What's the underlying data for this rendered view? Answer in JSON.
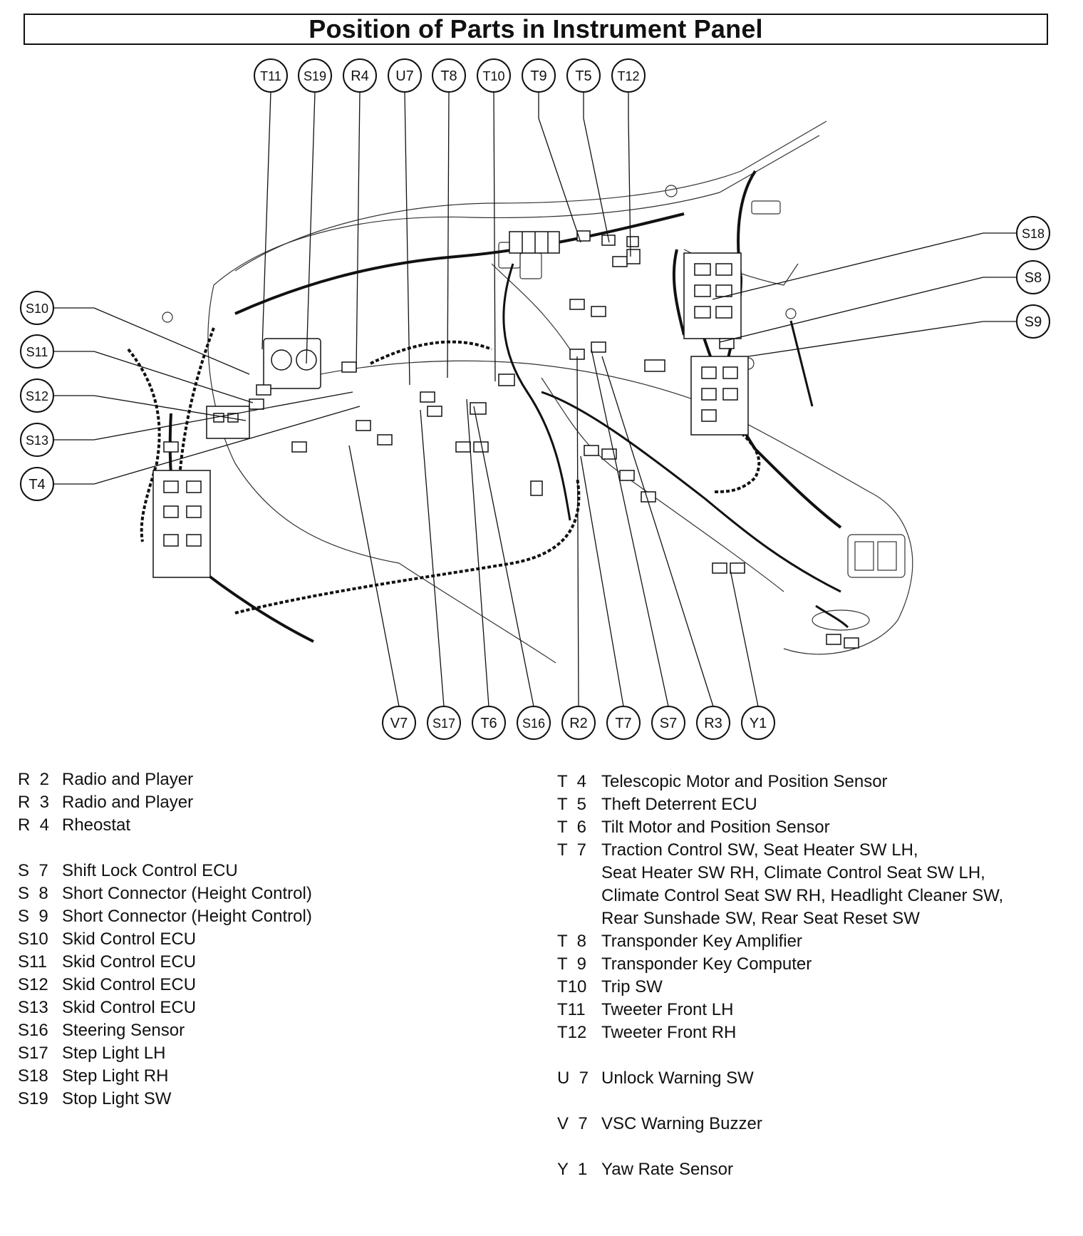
{
  "title": "Position of Parts in Instrument Panel",
  "callouts_top": [
    "T11",
    "S19",
    "R4",
    "U7",
    "T8",
    "T10",
    "T9",
    "T5",
    "T12"
  ],
  "callouts_left": [
    "S10",
    "S11",
    "S12",
    "S13",
    "T4"
  ],
  "callouts_right": [
    "S18",
    "S8",
    "S9"
  ],
  "callouts_bottom": [
    "V7",
    "S17",
    "T6",
    "S16",
    "R2",
    "T7",
    "S7",
    "R3",
    "Y1"
  ],
  "legend_left": [
    {
      "code": "R  2",
      "name": "Radio and Player"
    },
    {
      "code": "R  3",
      "name": "Radio and Player"
    },
    {
      "code": "R  4",
      "name": "Rheostat"
    },
    {
      "gap": true
    },
    {
      "code": "S  7",
      "name": "Shift Lock Control ECU"
    },
    {
      "code": "S  8",
      "name": "Short Connector (Height Control)"
    },
    {
      "code": "S  9",
      "name": "Short Connector (Height Control)"
    },
    {
      "code": "S10",
      "name": "Skid Control ECU"
    },
    {
      "code": "S11",
      "name": "Skid Control ECU"
    },
    {
      "code": "S12",
      "name": "Skid Control ECU"
    },
    {
      "code": "S13",
      "name": "Skid Control ECU"
    },
    {
      "code": "S16",
      "name": "Steering Sensor"
    },
    {
      "code": "S17",
      "name": "Step Light LH"
    },
    {
      "code": "S18",
      "name": "Step Light RH"
    },
    {
      "code": "S19",
      "name": "Stop Light SW"
    }
  ],
  "legend_right": [
    {
      "code": "T  4",
      "name": "Telescopic Motor and Position Sensor"
    },
    {
      "code": "T  5",
      "name": "Theft Deterrent ECU"
    },
    {
      "code": "T  6",
      "name": "Tilt Motor and Position Sensor"
    },
    {
      "code": "T  7",
      "name": "Traction Control SW, Seat Heater SW LH,"
    },
    {
      "cont": "Seat Heater SW RH, Climate Control Seat SW LH,"
    },
    {
      "cont": "Climate Control Seat SW RH, Headlight Cleaner SW,"
    },
    {
      "cont": "Rear Sunshade SW, Rear Seat Reset SW"
    },
    {
      "code": "T  8",
      "name": "Transponder Key Amplifier"
    },
    {
      "code": "T  9",
      "name": "Transponder Key Computer"
    },
    {
      "code": "T10",
      "name": "Trip SW"
    },
    {
      "code": "T11",
      "name": "Tweeter Front LH"
    },
    {
      "code": "T12",
      "name": "Tweeter Front RH"
    },
    {
      "gap": true
    },
    {
      "code": "U  7",
      "name": "Unlock Warning SW"
    },
    {
      "gap": true
    },
    {
      "code": "V  7",
      "name": "VSC Warning Buzzer"
    },
    {
      "gap": true
    },
    {
      "code": "Y  1",
      "name": "Yaw Rate Sensor"
    }
  ]
}
